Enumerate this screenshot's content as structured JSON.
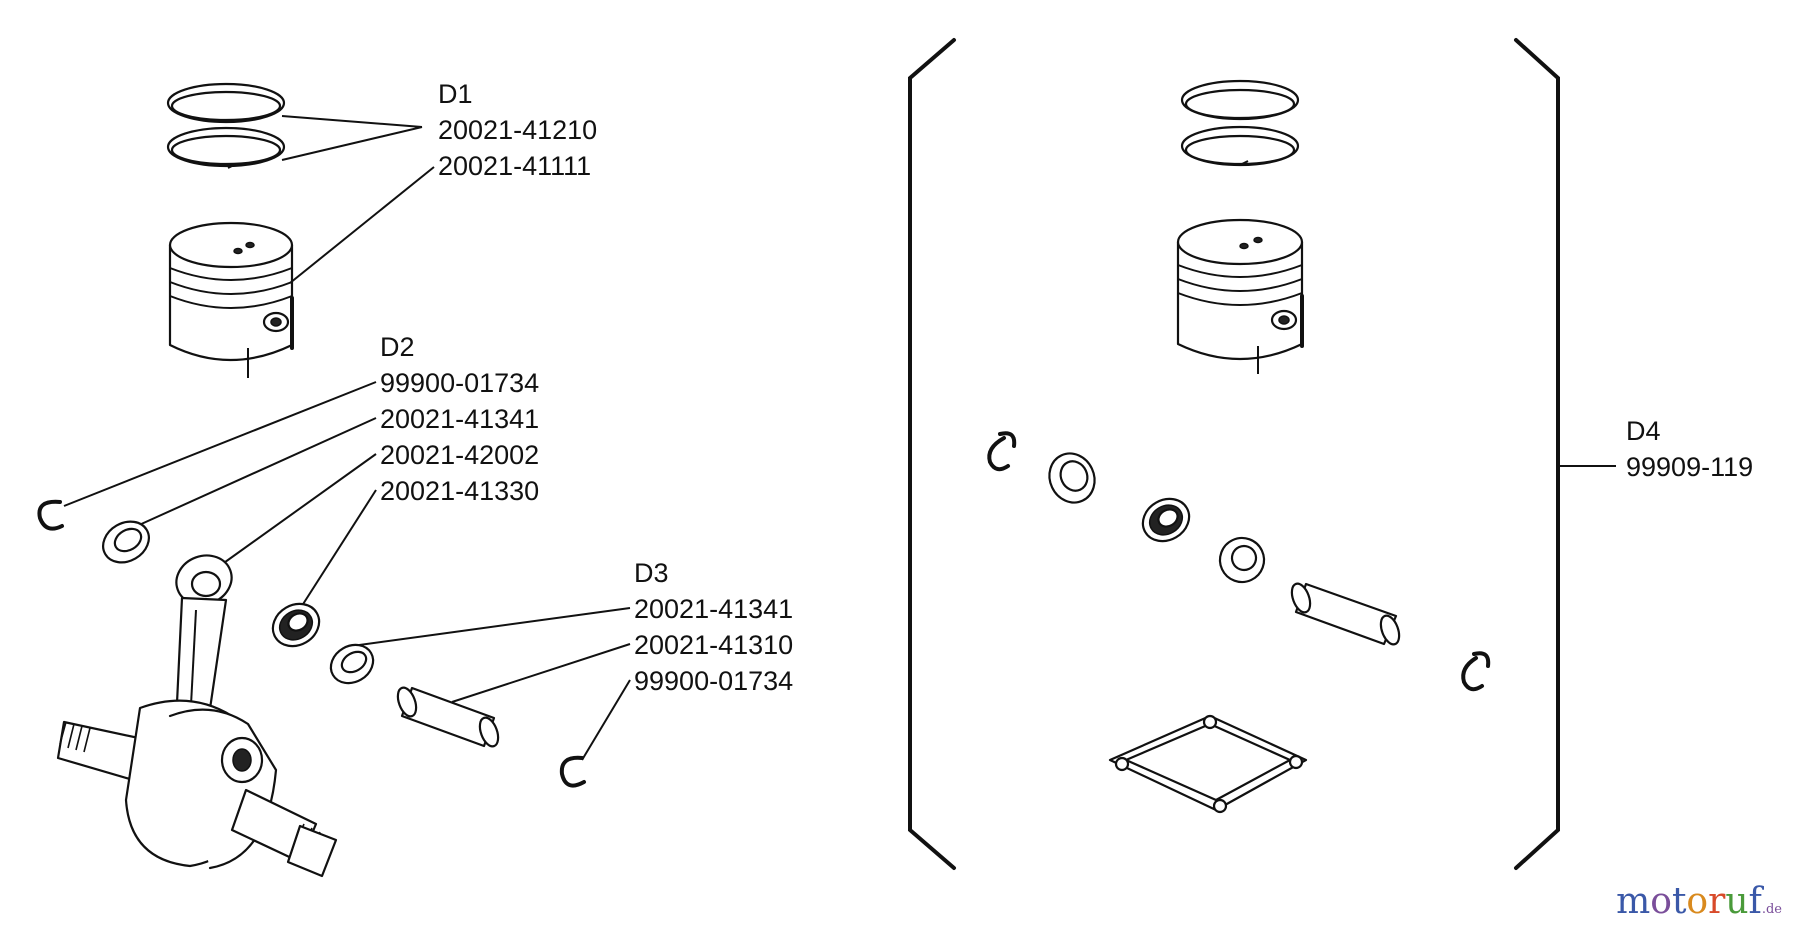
{
  "groups": {
    "d1": {
      "code": "D1",
      "parts": [
        "20021-41210",
        "20021-41111"
      ]
    },
    "d2": {
      "code": "D2",
      "parts": [
        "99900-01734",
        "20021-41341",
        "20021-42002",
        "20021-41330"
      ]
    },
    "d3": {
      "code": "D3",
      "parts": [
        "20021-41341",
        "20021-41310",
        "99900-01734"
      ]
    },
    "d4": {
      "code": "D4",
      "parts": [
        "99909-119"
      ]
    }
  },
  "watermark": {
    "letters": [
      "m",
      "o",
      "t",
      "o",
      "r",
      "u",
      "f"
    ],
    "suffix": ".de",
    "colors": [
      "#3a58a8",
      "#7a4e9a",
      "#3a58a8",
      "#d98a1e",
      "#d84a2a",
      "#4a9a3a",
      "#3a58a8"
    ]
  }
}
